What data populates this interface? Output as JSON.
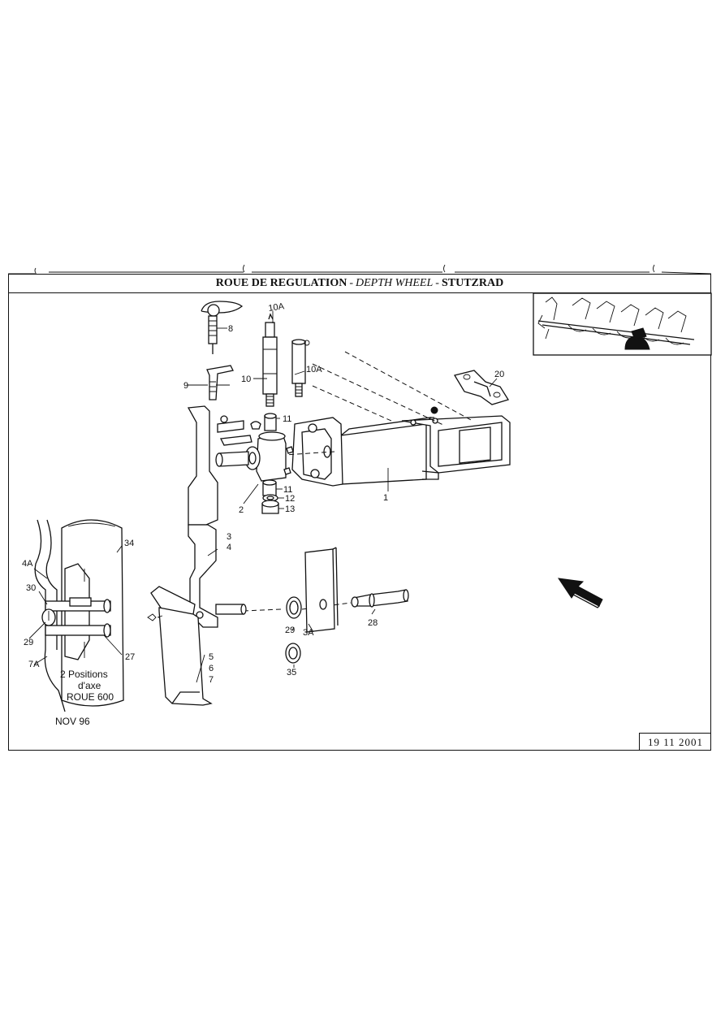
{
  "title": {
    "part1": "ROUE DE REGULATION",
    "sep1": "-",
    "part2": "DEPTH WHEEL",
    "sep2": "-",
    "part3": "STUTZRAD"
  },
  "date": "19 11 2001",
  "callouts": {
    "c1": "1",
    "c2": "2",
    "c3": "3",
    "c4": "4",
    "c5": "5",
    "c6": "6",
    "c7": "7",
    "c8": "8",
    "c9": "9",
    "c10": "10",
    "c10a": "10A",
    "c11a": "11",
    "c11b": "11",
    "c12": "12",
    "c13": "13",
    "c20": "20",
    "c27": "27",
    "c28": "28",
    "c29a": "29",
    "c29b": "29",
    "c30": "30",
    "c34": "34",
    "c35": "35",
    "c3a": "3A",
    "c4a": "4A",
    "c7a": "7A",
    "c10top": "10A"
  },
  "notes": {
    "positions_l1": "2 Positions",
    "positions_l2": "d'axe",
    "positions_l3": "ROUE 600",
    "revision": "NOV 96"
  },
  "icons": [
    "direction-arrow-icon",
    "plough-thumbnail"
  ]
}
